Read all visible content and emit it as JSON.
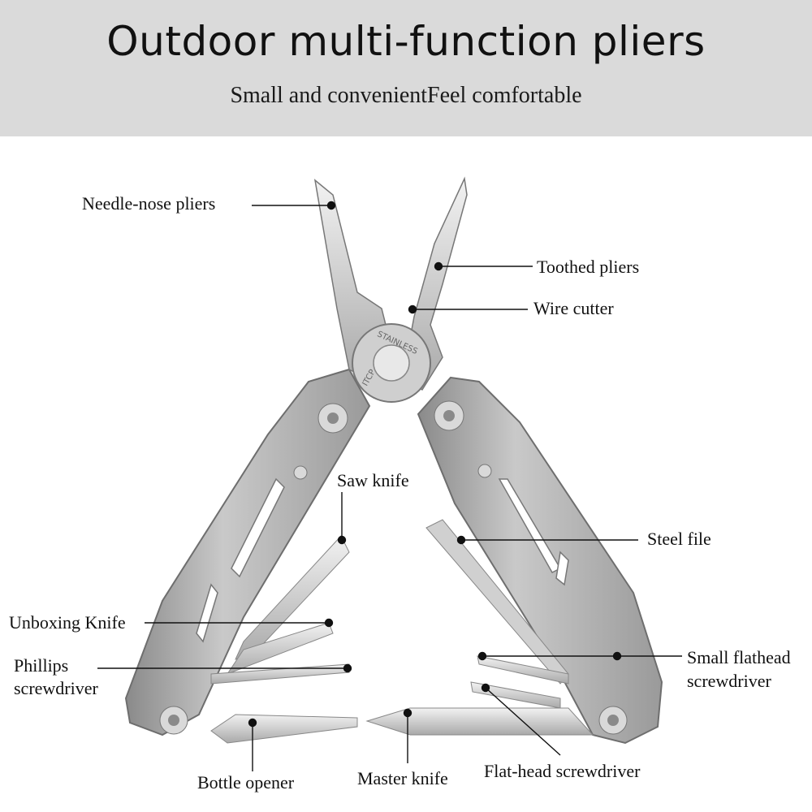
{
  "banner": {
    "title": "Outdoor multi-function pliers",
    "subtitle": "Small and convenientFeel comfortable"
  },
  "engraving": {
    "brand": "STAINLESS",
    "code": "ITCP"
  },
  "labels": {
    "needle_nose": "Needle-nose pliers",
    "toothed": "Toothed pliers",
    "wire_cutter": "Wire cutter",
    "saw_knife": "Saw knife",
    "steel_file": "Steel file",
    "unboxing_knife": "Unboxing Knife",
    "phillips_1": "Phillips",
    "phillips_2": "screwdriver",
    "small_flathead_1": "Small flathead",
    "small_flathead_2": "screwdriver",
    "bottle_opener": "Bottle opener",
    "master_knife": "Master knife",
    "flat_head": "Flat-head screwdriver"
  },
  "colors": {
    "banner_bg": "#dadada",
    "steel": "#b8b8b8",
    "steel_dark": "#7d7d7d",
    "steel_light": "#e4e4e4",
    "leader": "#111111"
  }
}
